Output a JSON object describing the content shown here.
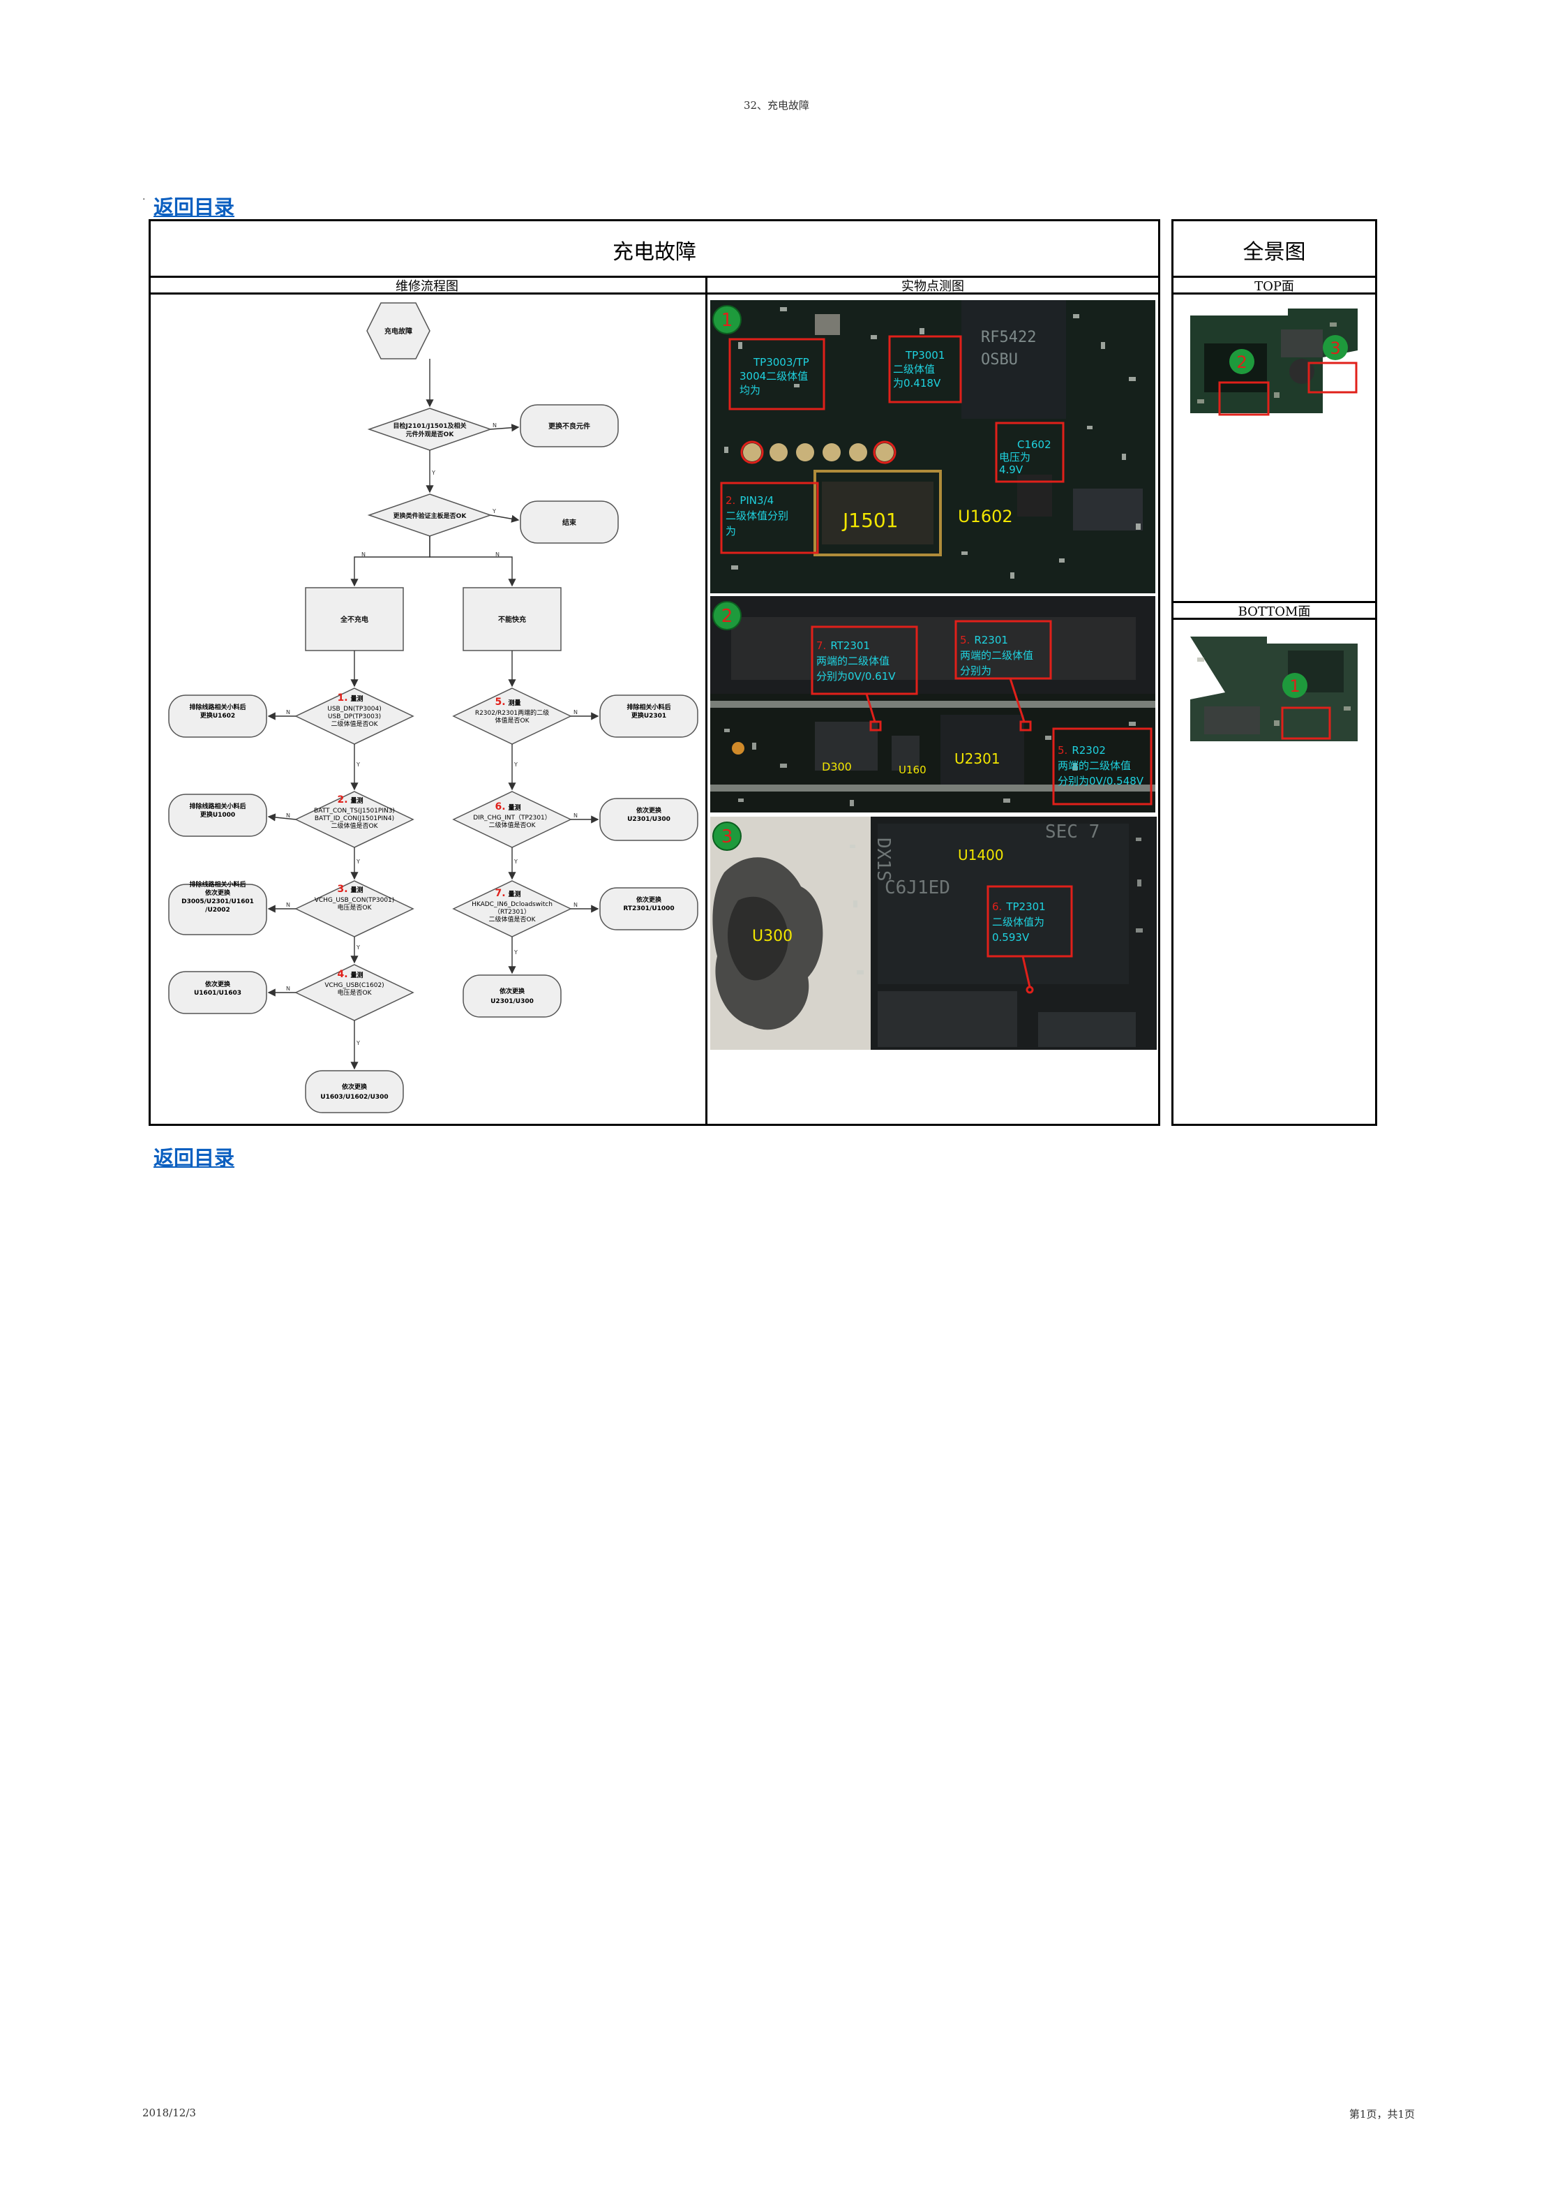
{
  "page": {
    "header": "32、充电故障",
    "footer_date": "2018/12/3",
    "footer_page": "第1页，共1页",
    "back_link": "返回目录"
  },
  "table": {
    "main_title": "充电故障",
    "overview_title": "全景图",
    "col_flow": "维修流程图",
    "col_photo": "实物点测图",
    "top_label": "TOP面",
    "bottom_label": "BOTTOM面"
  },
  "flow": {
    "start": "充电故障",
    "check1": "目检J2101/J1501及相关元件外观是否OK",
    "replace_bad": "更换不良元件",
    "check2": "更换类件验证主板是否OK",
    "end": "结束",
    "no_charge": "全不充电",
    "no_fast": "不能快充",
    "y": "Y",
    "n": "N",
    "left": [
      {
        "num": "1.",
        "head": "量测",
        "lines": [
          "USB_DN(TP3004)",
          "USB_DP(TP3003)",
          "二级体值是否OK"
        ],
        "fix": [
          "排除线路相关小料后",
          "更换U1602"
        ]
      },
      {
        "num": "2.",
        "head": "量测",
        "lines": [
          "BATT_CON_TS(J1501PIN3)",
          "BATT_ID_CON(J1501PIN4)",
          "二级体值是否OK"
        ],
        "fix": [
          "排除线路相关小料后",
          "更换U1000"
        ]
      },
      {
        "num": "3.",
        "head": "量测",
        "lines": [
          "VCHG_USB_CON(TP3001)",
          "电压是否OK"
        ],
        "fix": [
          "排除线路相关小料后",
          "依次更换",
          "D3005/U2301/U1601",
          "/U2002"
        ]
      },
      {
        "num": "4.",
        "head": "量测",
        "lines": [
          "VCHG_USB(C1602)",
          "电压是否OK"
        ],
        "fix": [
          "依次更换",
          "U1601/U1603"
        ]
      }
    ],
    "left_end": [
      "依次更换",
      "U1603/U1602/U300"
    ],
    "right": [
      {
        "num": "5.",
        "head": "测量",
        "lines": [
          "R2302/R2301两端的二级",
          "体值是否OK"
        ],
        "fix": [
          "排除相关小料后",
          "更换U2301"
        ]
      },
      {
        "num": "6.",
        "head": "量测",
        "lines": [
          "DIR_CHG_INT（TP2301）",
          "二级体值是否OK"
        ],
        "fix": [
          "依次更换",
          "U2301/U300"
        ]
      },
      {
        "num": "7.",
        "head": "量测",
        "lines": [
          "HKADC_IN6_Dcloadswitch",
          "（RT2301）",
          "二级体值是否OK"
        ],
        "fix": [
          "依次更换",
          "RT2301/U1000"
        ]
      }
    ],
    "right_end": [
      "依次更换",
      "U2301/U300"
    ]
  },
  "photos": {
    "p1": {
      "badge": "1",
      "tag_a": [
        "TP3003/TP",
        "3004二级体值",
        "均为"
      ],
      "tag_b": [
        "TP3001",
        "二级体值",
        "为0.418V"
      ],
      "tag_c": [
        "C1602",
        "电压为",
        "4.9V"
      ],
      "tag_d_num": "2.",
      "tag_d": [
        "PIN3/4",
        "二级体值分别",
        "为"
      ],
      "chip_a": "RF5422",
      "chip_b": "OSBU",
      "lbl_j1501": "J1501",
      "lbl_u1602": "U1602"
    },
    "p2": {
      "badge": "2",
      "tag_a_num": "7.",
      "tag_a": [
        "RT2301",
        "两端的二级体值",
        "分别为0V/0.61V"
      ],
      "tag_b_num": "5.",
      "tag_b": [
        "R2301",
        "两端的二级体值",
        "分别为"
      ],
      "tag_c_num": "5.",
      "tag_c": [
        "R2302",
        "两端的二级体值",
        "分别为0V/0.548V"
      ],
      "lbl_d300": "D300",
      "lbl_u160": "U160",
      "lbl_u2301": "U2301"
    },
    "p3": {
      "badge": "3",
      "lbl_u300": "U300",
      "lbl_u1400": "U1400",
      "chip_text": [
        "DX1S",
        "SEC 7",
        "C6J1ED"
      ],
      "tag_num": "6.",
      "tag": [
        "TP2301",
        "二级体值为",
        "0.593V"
      ]
    },
    "top_board": {
      "badges": [
        "2",
        "3"
      ]
    },
    "bottom_board": {
      "badges": [
        "1"
      ]
    }
  },
  "colors": {
    "link": "#0b5fc0",
    "badge_green": "#1e9a3c",
    "annot_red": "#e0201a",
    "annot_text": "#1fd3e0",
    "label_yellow": "#f2e600",
    "flow_fill": "#efefef"
  }
}
